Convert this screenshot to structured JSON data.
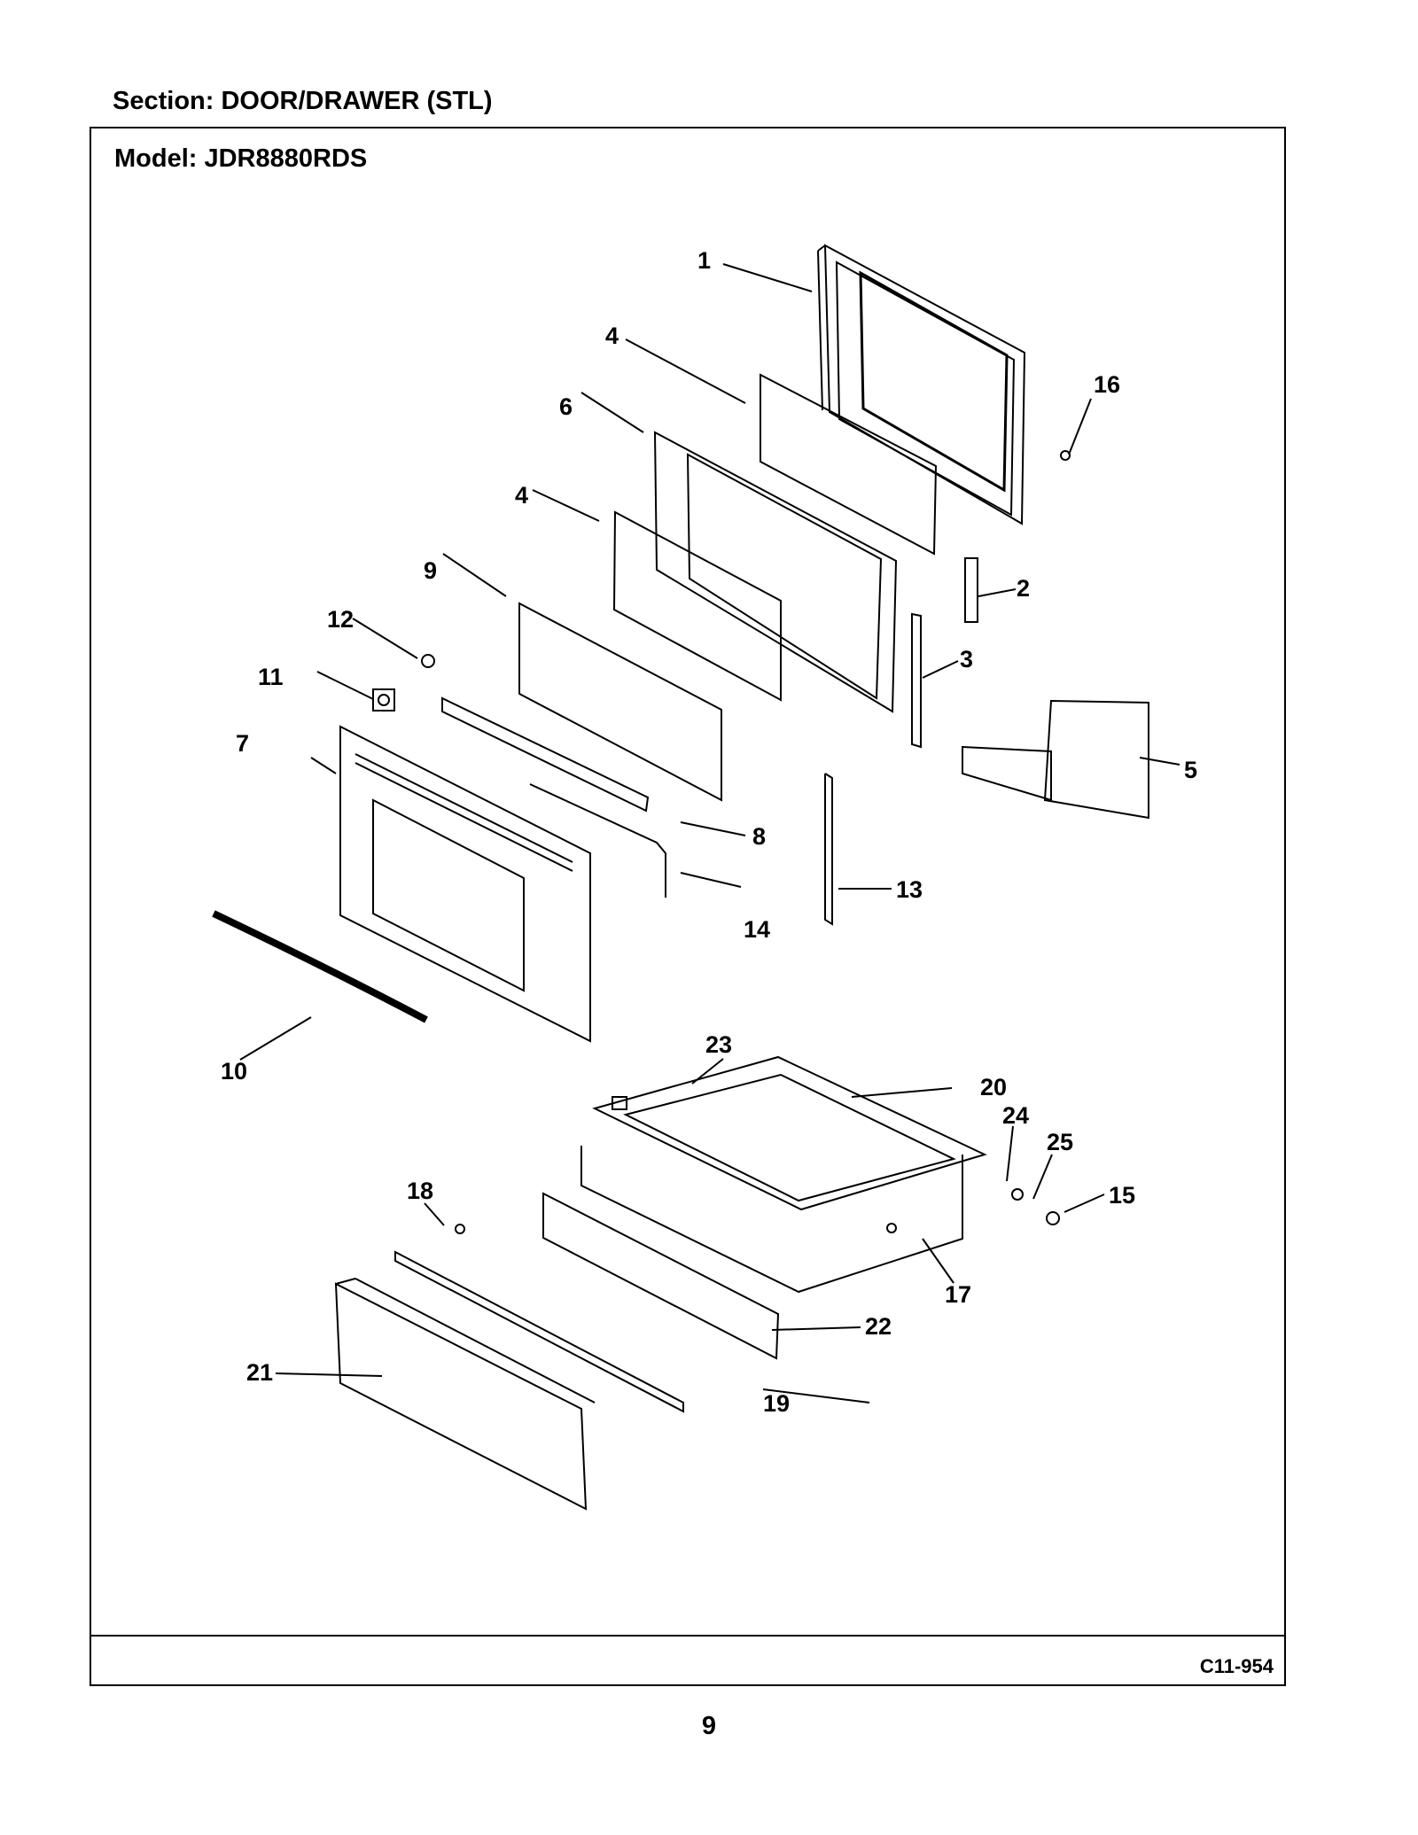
{
  "header": {
    "section": "Section:  DOOR/DRAWER (STL)"
  },
  "frame": {
    "model": "Model:  JDR8880RDS",
    "drawing_code": "C11-954"
  },
  "page_number": "9",
  "callouts": [
    "1",
    "2",
    "3",
    "4",
    "4",
    "5",
    "6",
    "7",
    "8",
    "9",
    "10",
    "11",
    "12",
    "13",
    "14",
    "15",
    "16",
    "17",
    "18",
    "19",
    "20",
    "21",
    "22",
    "23",
    "24",
    "25"
  ]
}
